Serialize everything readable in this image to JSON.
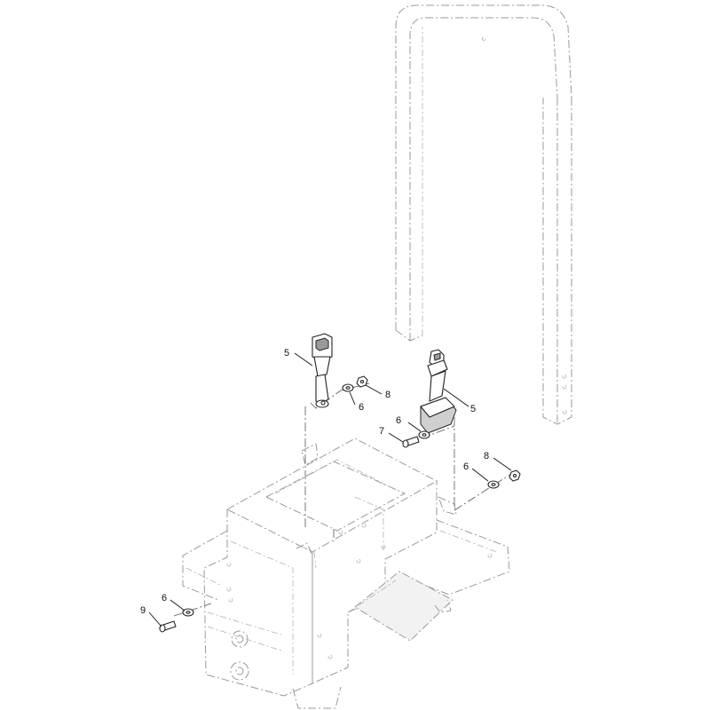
{
  "callouts": {
    "c1": "5",
    "c2": "8",
    "c3": "6",
    "c4": "5",
    "c5": "6",
    "c6": "7",
    "c7": "8",
    "c8": "6",
    "c9": "9",
    "c10": "6"
  }
}
